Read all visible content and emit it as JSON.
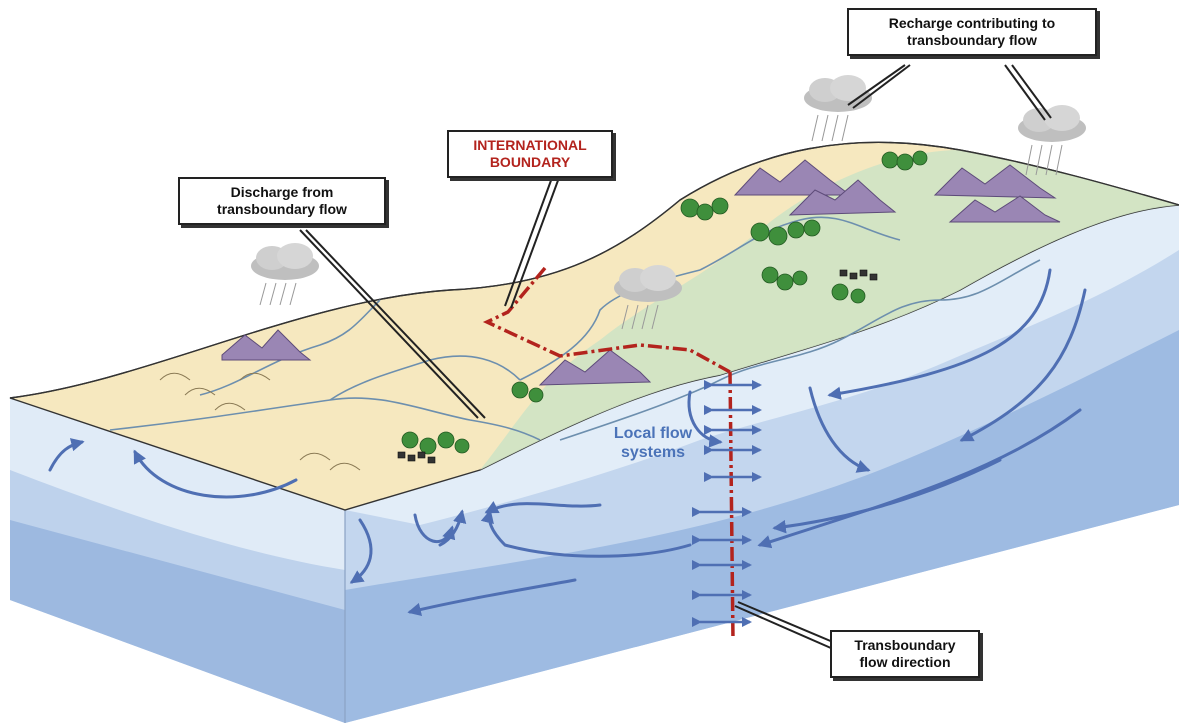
{
  "labels": {
    "recharge": {
      "line1": "Recharge contributing to",
      "line2": "transboundary flow"
    },
    "international_boundary": {
      "line1": "INTERNATIONAL",
      "line2": "BOUNDARY"
    },
    "discharge": {
      "line1": "Discharge from",
      "line2": "transboundary flow"
    },
    "local_flow": {
      "line1": "Local flow",
      "line2": "systems"
    },
    "transboundary_direction": {
      "line1": "Transboundary",
      "line2": "flow direction"
    }
  },
  "colors": {
    "land_surface": "#f6e8bf",
    "vegetation": "#cfe3c4",
    "groundwater_light": "#dce9f6",
    "groundwater_mid": "#bfd3ec",
    "groundwater_deep": "#8fb0dc",
    "flow_arrow": "#4f6fb3",
    "river": "#6d8fae",
    "boundary_line": "#b3231d",
    "mountains": "#9a86b4",
    "trees": "#3f8f3c",
    "cloud": "#bfbfbf"
  }
}
